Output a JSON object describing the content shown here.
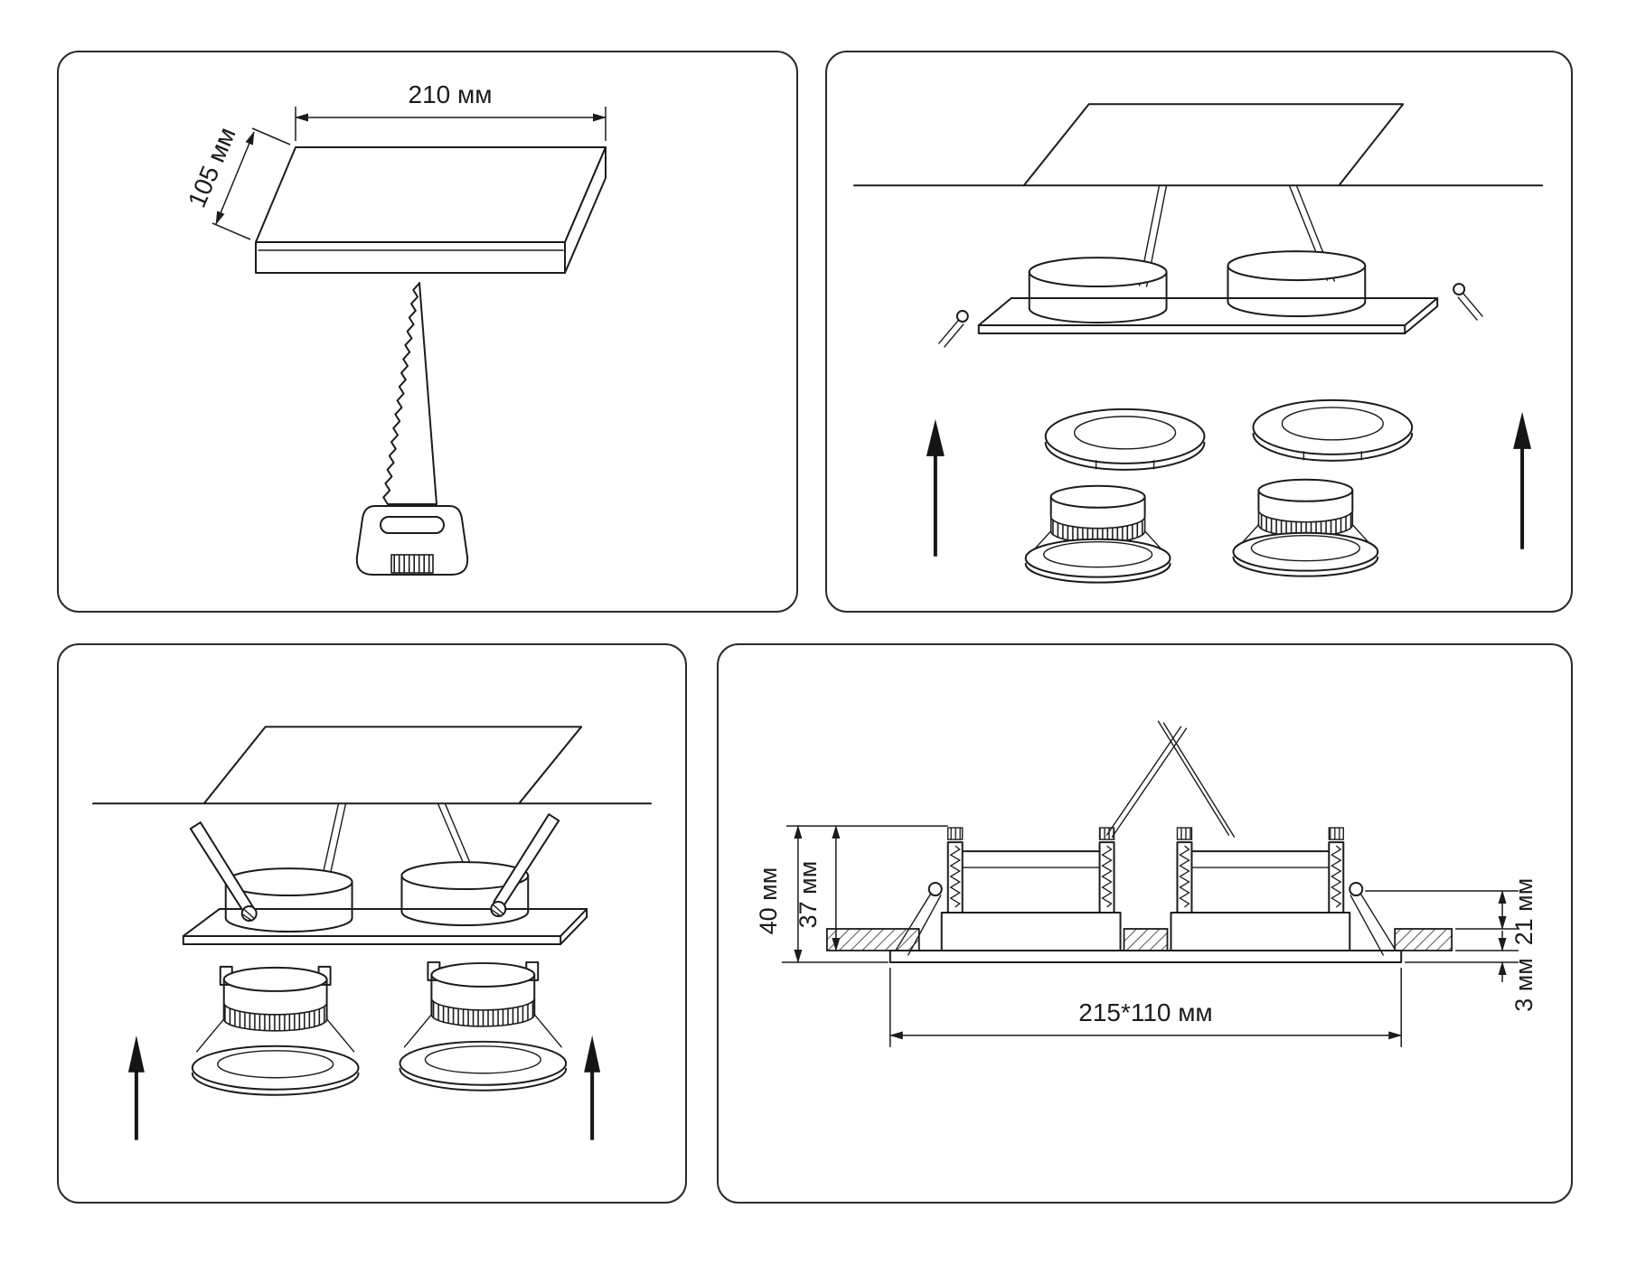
{
  "colors": {
    "line": "#1c1c1c",
    "background": "#ffffff",
    "panel_border": "#2b2b2b"
  },
  "panels": {
    "cutout": {
      "title": "ceiling cutout with saw",
      "dim_width": "210 мм",
      "dim_depth": "105 мм"
    },
    "exploded": {
      "title": "exploded assembly of fixture, trims and lamps"
    },
    "clips": {
      "title": "spring clip installation of lamps"
    },
    "section": {
      "title": "cross-section with dimensions",
      "dim_total_height": "40 мм",
      "dim_body_height": "37 мм",
      "dim_recess": "21 мм",
      "dim_flange": "3 мм",
      "dim_cutout": "215*110 мм"
    }
  }
}
